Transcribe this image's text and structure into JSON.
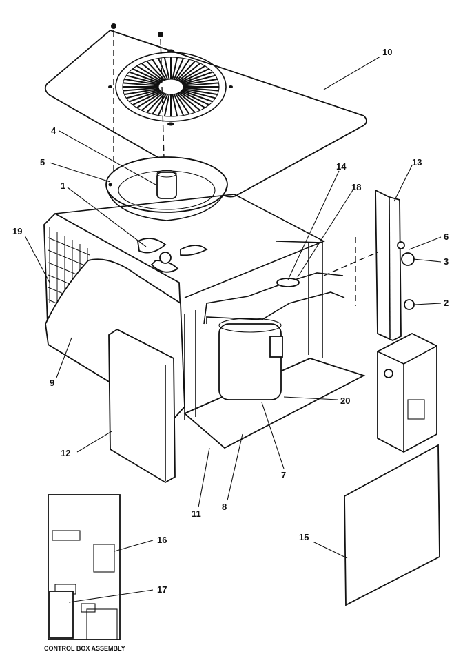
{
  "callouts": [
    {
      "id": "1",
      "text": "1"
    },
    {
      "id": "2",
      "text": "2"
    },
    {
      "id": "3",
      "text": "3"
    },
    {
      "id": "4",
      "text": "4"
    },
    {
      "id": "5",
      "text": "5"
    },
    {
      "id": "6",
      "text": "6"
    },
    {
      "id": "7",
      "text": "7"
    },
    {
      "id": "8",
      "text": "8"
    },
    {
      "id": "9",
      "text": "9"
    },
    {
      "id": "10",
      "text": "10"
    },
    {
      "id": "11",
      "text": "11"
    },
    {
      "id": "12",
      "text": "12"
    },
    {
      "id": "13",
      "text": "13"
    },
    {
      "id": "14",
      "text": "14"
    },
    {
      "id": "15",
      "text": "15"
    },
    {
      "id": "16",
      "text": "16"
    },
    {
      "id": "17",
      "text": "17"
    },
    {
      "id": "18",
      "text": "18"
    },
    {
      "id": "19",
      "text": "19"
    },
    {
      "id": "20",
      "text": "20"
    }
  ],
  "caption": "CONTROL BOX ASSEMBLY"
}
